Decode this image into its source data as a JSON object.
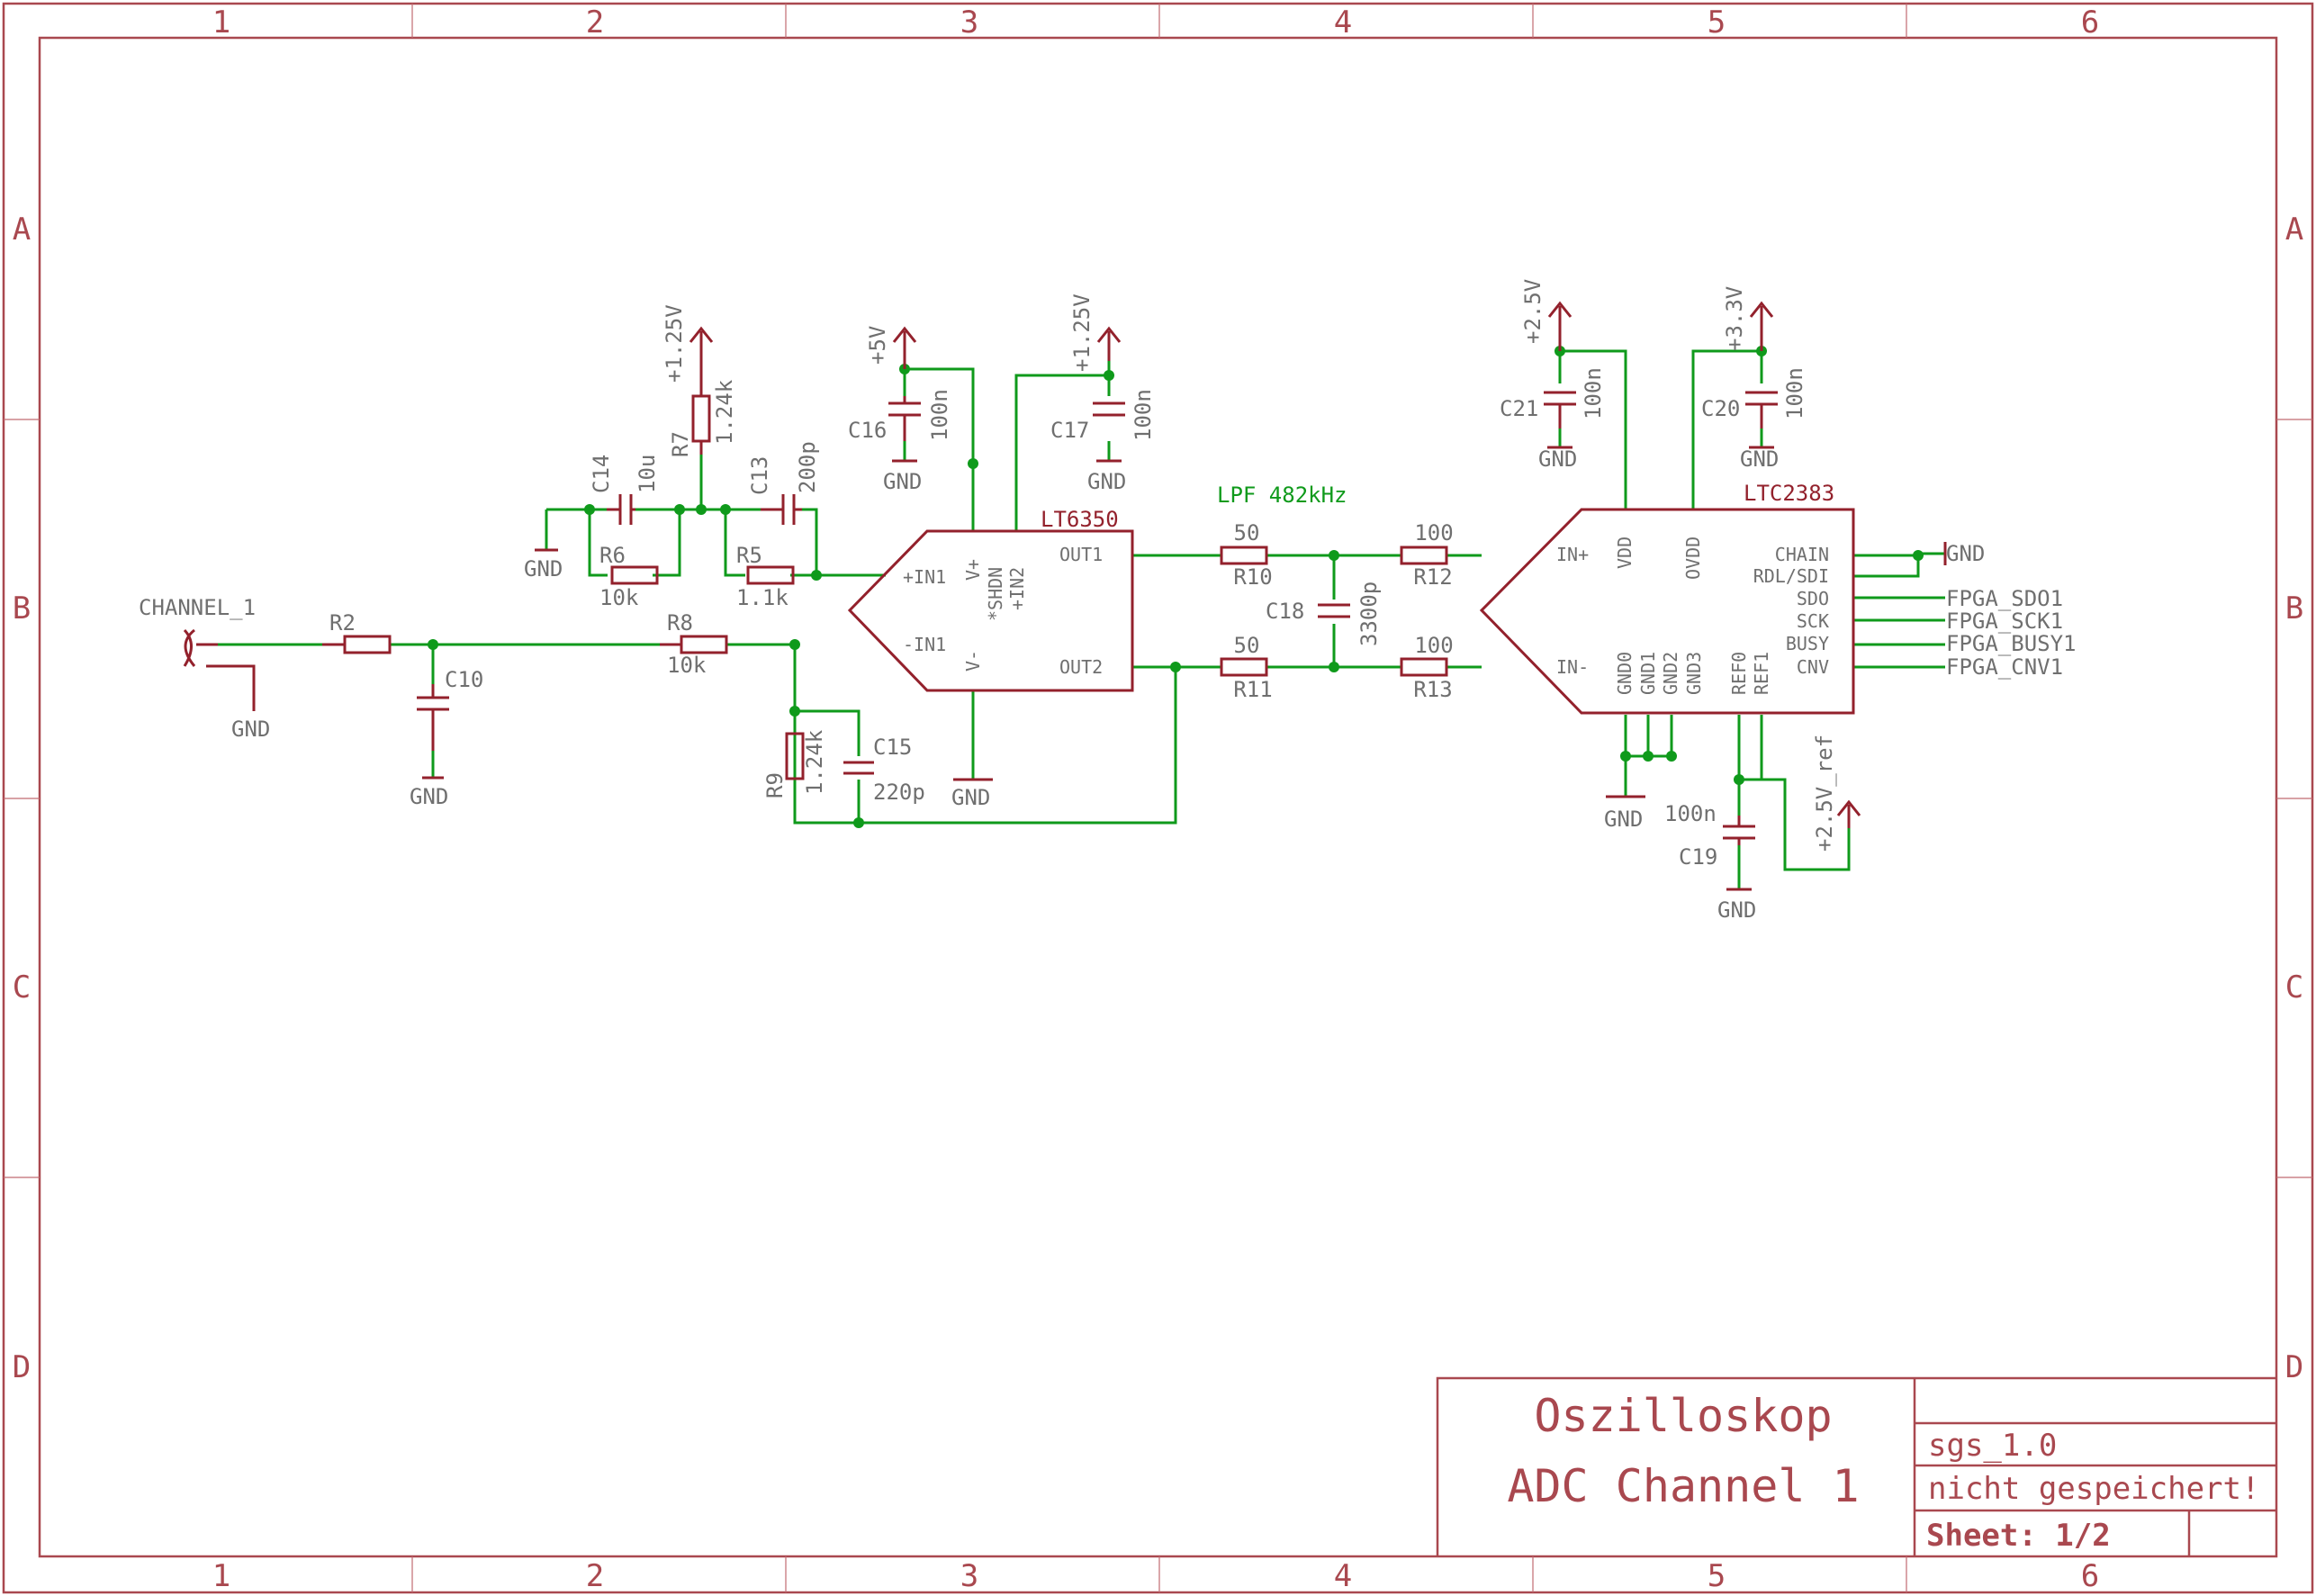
{
  "frame": {
    "columns": [
      "1",
      "2",
      "3",
      "4",
      "5",
      "6"
    ],
    "rows": [
      "A",
      "B",
      "C",
      "D"
    ]
  },
  "title_block": {
    "line1": "Oszilloskop",
    "line2": "ADC Channel 1",
    "file": "sgs_1.0",
    "status": "nicht gespeichert!",
    "sheet": "Sheet: 1/2"
  },
  "labels": {
    "channel": "CHANNEL_1",
    "gnd": "GND",
    "lpf": "LPF 482kHz",
    "opamp": {
      "name": "LT6350",
      "in1p": "+IN1",
      "in1n": "-IN1",
      "vp": "V+",
      "vm": "V-",
      "shdn": "*SHDN",
      "in2p": "+IN2",
      "out1": "OUT1",
      "out2": "OUT2"
    },
    "adc": {
      "name": "LTC2383",
      "inp": "IN+",
      "inn": "IN-",
      "vdd": "VDD",
      "ovdd": "OVDD",
      "chain": "CHAIN",
      "rdl": "RDL/SDI",
      "sdo": "SDO",
      "sck": "SCK",
      "busy": "BUSY",
      "cnv": "CNV",
      "gnd0": "GND0",
      "gnd1": "GND1",
      "gnd2": "GND2",
      "gnd3": "GND3",
      "ref0": "REF0",
      "ref1": "REF1"
    },
    "fpga": {
      "sdo": "FPGA_SDO1",
      "sck": "FPGA_SCK1",
      "busy": "FPGA_BUSY1",
      "cnv": "FPGA_CNV1"
    },
    "supplies": {
      "p125": "+1.25V",
      "p5": "+5V",
      "p25": "+2.5V",
      "p33": "+3.3V",
      "p25ref": "+2.5V_ref"
    }
  },
  "components": {
    "R2": {
      "ref": "R2"
    },
    "C10": {
      "ref": "C10"
    },
    "R8": {
      "ref": "R8",
      "value": "10k"
    },
    "R9": {
      "ref": "R9",
      "value": "1.24k"
    },
    "C15": {
      "ref": "C15",
      "value": "220p"
    },
    "C14": {
      "ref": "C14",
      "value": "10u"
    },
    "R6": {
      "ref": "R6",
      "value": "10k"
    },
    "R7": {
      "ref": "R7",
      "value": "1.24k"
    },
    "C13": {
      "ref": "C13",
      "value": "200p"
    },
    "R5": {
      "ref": "R5",
      "value": "1.1k"
    },
    "C16": {
      "ref": "C16",
      "value": "100n"
    },
    "C17": {
      "ref": "C17",
      "value": "100n"
    },
    "R10": {
      "ref": "R10",
      "value": "50"
    },
    "R11": {
      "ref": "R11",
      "value": "50"
    },
    "C18": {
      "ref": "C18",
      "value": "3300p"
    },
    "R12": {
      "ref": "R12",
      "value": "100"
    },
    "R13": {
      "ref": "R13",
      "value": "100"
    },
    "C21": {
      "ref": "C21",
      "value": "100n"
    },
    "C20": {
      "ref": "C20",
      "value": "100n"
    },
    "C19": {
      "ref": "C19",
      "value": "100n"
    }
  },
  "colors": {
    "frame": "#a9484f",
    "symbol": "#93212c",
    "net": "#0f9a1b",
    "text": "#6f6f6f"
  }
}
